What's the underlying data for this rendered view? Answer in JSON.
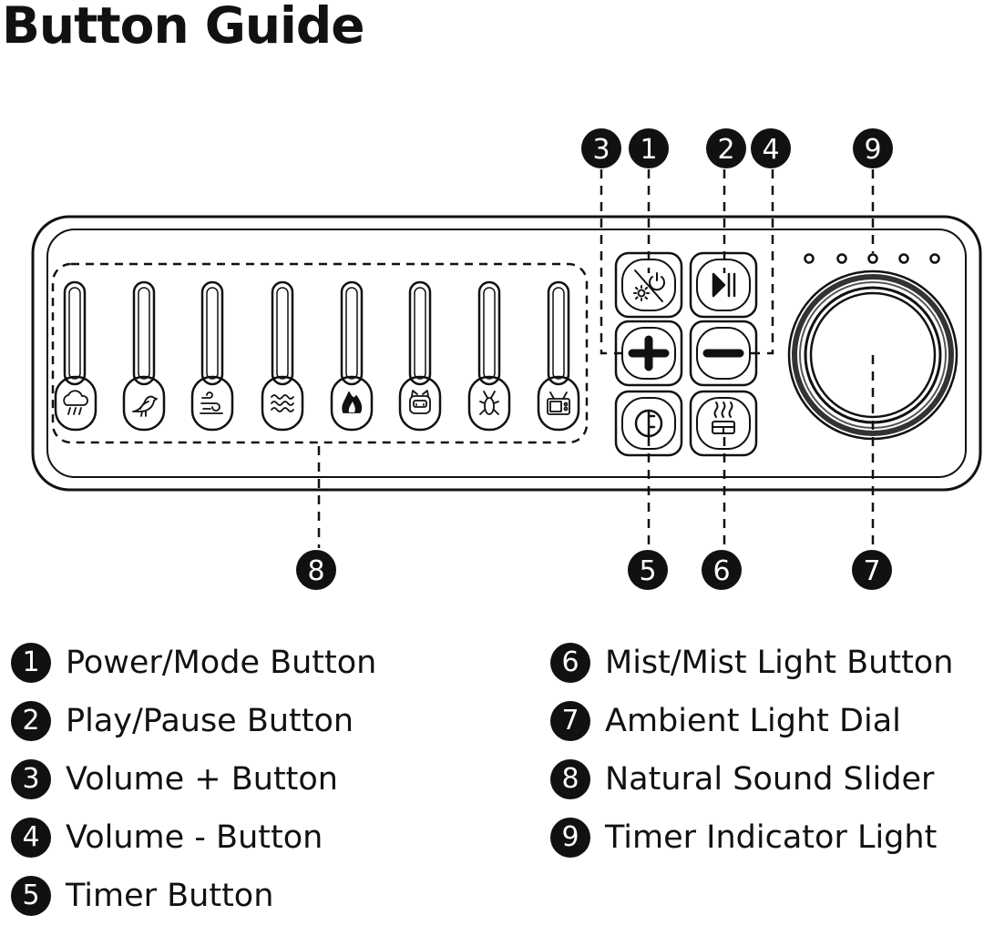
{
  "title": "Button Guide",
  "callouts": {
    "n1": "1",
    "n2": "2",
    "n3": "3",
    "n4": "4",
    "n5": "5",
    "n6": "6",
    "n7": "7",
    "n8": "8",
    "n9": "9"
  },
  "legend_left": [
    {
      "num": "1",
      "label": "Power/Mode Button"
    },
    {
      "num": "2",
      "label": "Play/Pause Button"
    },
    {
      "num": "3",
      "label": "Volume + Button"
    },
    {
      "num": "4",
      "label": "Volume - Button"
    },
    {
      "num": "5",
      "label": "Timer Button"
    }
  ],
  "legend_right": [
    {
      "num": "6",
      "label": "Mist/Mist Light Button"
    },
    {
      "num": "7",
      "label": "Ambient Light Dial"
    },
    {
      "num": "8",
      "label": "Natural Sound Slider"
    },
    {
      "num": "9",
      "label": "Timer Indicator Light"
    }
  ],
  "slider_icons": [
    "rain-icon",
    "bird-icon",
    "wind-icon",
    "wave-icon",
    "fire-icon",
    "cat-icon",
    "cricket-icon",
    "tv-icon"
  ],
  "colors": {
    "ink": "#111111",
    "background": "#ffffff"
  }
}
